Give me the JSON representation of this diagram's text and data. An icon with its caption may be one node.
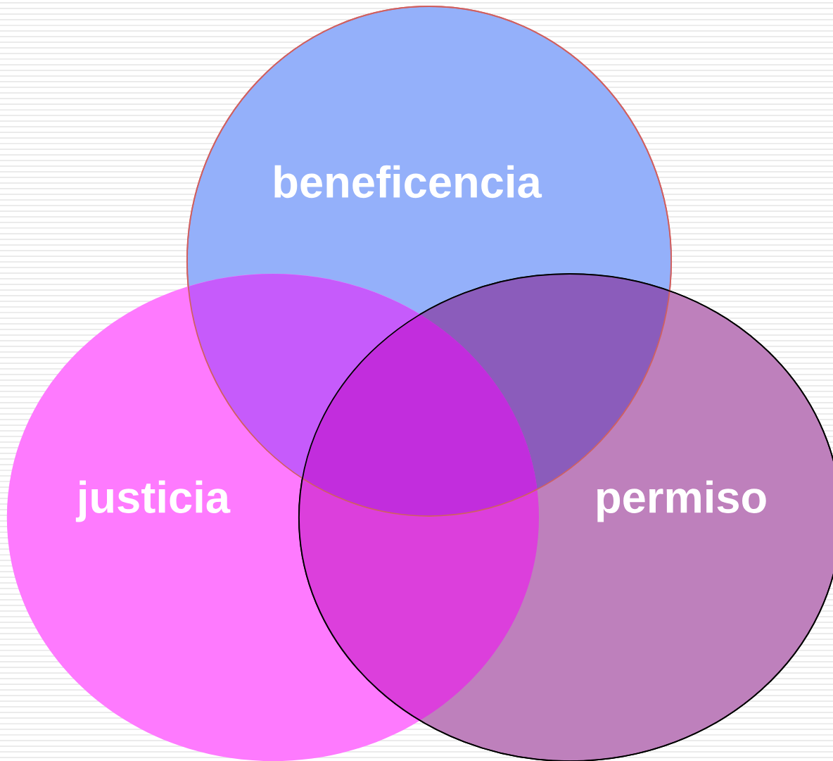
{
  "diagram": {
    "nodes": [
      {
        "text": [
          "beneficencia"
        ]
      },
      {
        "text": [
          "justicia"
        ]
      },
      {
        "text": [
          "permiso"
        ]
      }
    ]
  }
}
